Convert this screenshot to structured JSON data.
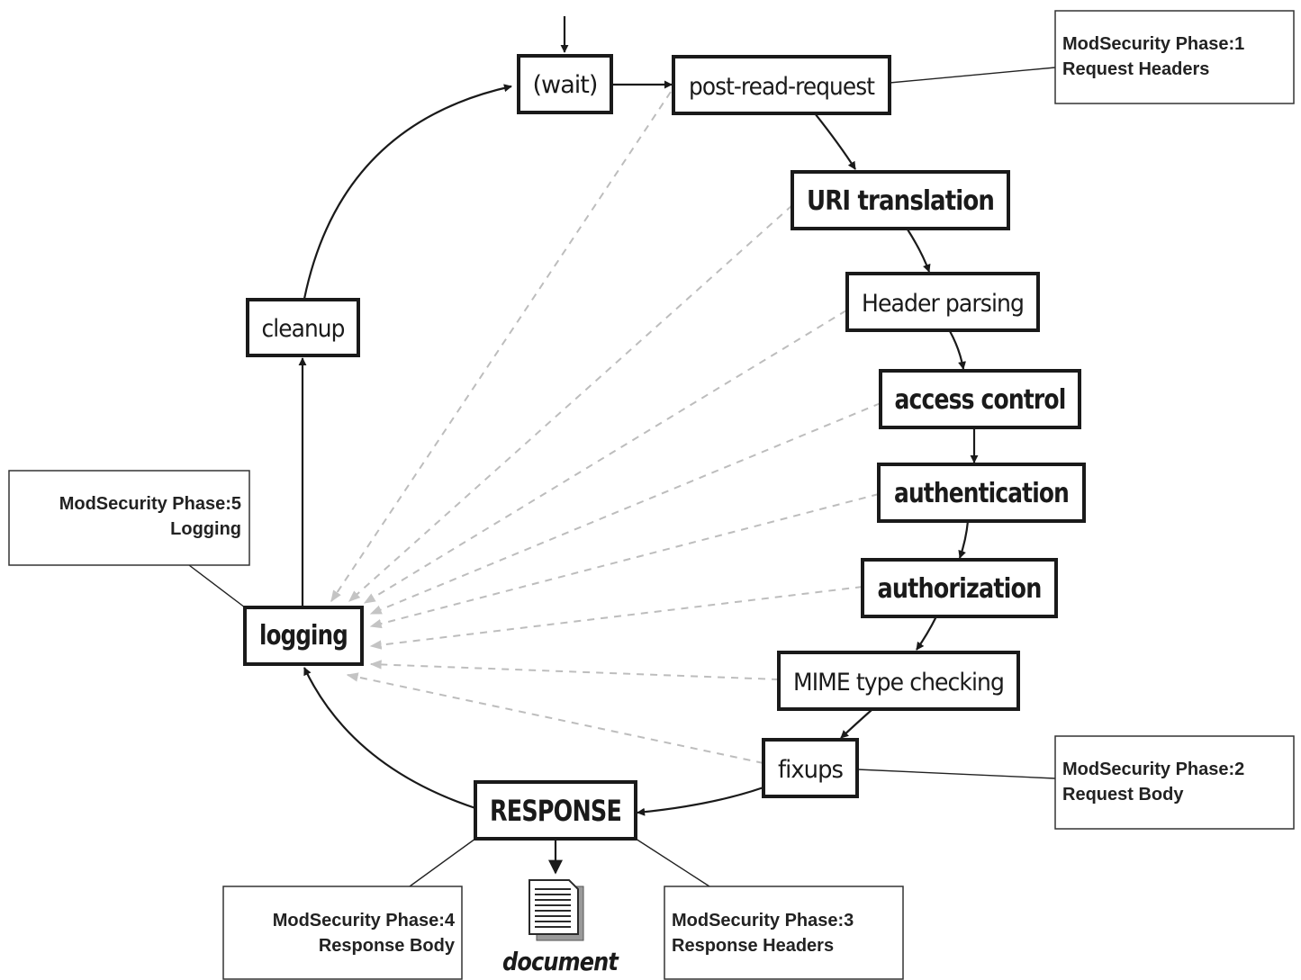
{
  "nodes": {
    "wait": "(wait)",
    "post_read_request": "post-read-request",
    "uri_translation": "URI translation",
    "header_parsing": "Header parsing",
    "access_control": "access control",
    "authentication": "authentication",
    "authorization": "authorization",
    "mime_type_checking": "MIME type checking",
    "fixups": "fixups",
    "response": "RESPONSE",
    "logging": "logging",
    "cleanup": "cleanup"
  },
  "document_label": "document",
  "notes": {
    "phase1": {
      "title": "ModSecurity Phase:1",
      "subtitle": "Request Headers"
    },
    "phase2": {
      "title": "ModSecurity Phase:2",
      "subtitle": "Request Body"
    },
    "phase3": {
      "title": "ModSecurity Phase:3",
      "subtitle": "Response Headers"
    },
    "phase4": {
      "title": "ModSecurity Phase:4",
      "subtitle": "Response Body"
    },
    "phase5": {
      "title": "ModSecurity Phase:5",
      "subtitle": "Logging"
    }
  }
}
